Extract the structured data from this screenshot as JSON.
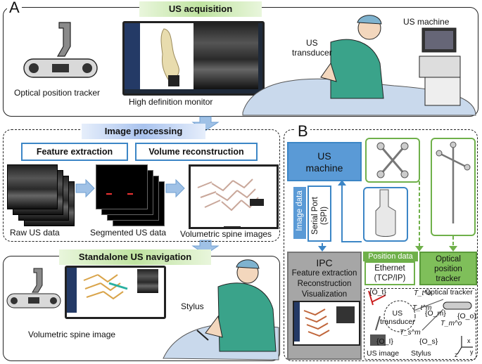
{
  "panel_a": {
    "letter": "A",
    "title": "US acquisition",
    "tracker_label": "Optical position tracker",
    "monitor_label": "High definition monitor",
    "transducer_label": "US\ntransducer",
    "machine_label": "US machine"
  },
  "processing": {
    "title": "Image processing",
    "feature_extraction": "Feature extraction",
    "volume_reconstruction": "Volume reconstruction",
    "raw_label": "Raw US data",
    "segmented_label": "Segmented US data",
    "volumetric_label": "Volumetric spine images"
  },
  "navigation": {
    "title": "Standalone US navigation",
    "spine_label": "Volumetric spine image",
    "stylus_label": "Stylus"
  },
  "panel_b": {
    "letter": "B",
    "us_machine": "US\nmachine",
    "image_data": "Image data",
    "serial_port": "Serial Port\n(SPI)",
    "position_data": "Position data",
    "ethernet": "Ethernet\n(TCP/IP)",
    "tracker": "Optical\nposition\ntracker",
    "ipc_title": "IPC",
    "ipc_lines": [
      "Feature extraction",
      "Reconstruction",
      "Visualization"
    ]
  },
  "frames": {
    "ot": "{O_t}",
    "us_transducer": "US\ntransducer",
    "optical_tracker": "Optical tracker",
    "Tto": "T_t^o",
    "Ttm": "T_t^m",
    "om": "{O_m}",
    "Tmo": "T_m^o",
    "oo": "{O_o}",
    "Tsm": "T_s^m",
    "os": "{O_s}",
    "oi": "{O_I}",
    "us_image": "US image",
    "stylus": "Stylus",
    "axis_x": "x",
    "axis_y": "y",
    "axis_z": "z"
  },
  "colors": {
    "blue": "#3c86c6",
    "green": "#6fb04a",
    "gray": "#a6a6a6",
    "arrow": "#9fc1e6"
  }
}
